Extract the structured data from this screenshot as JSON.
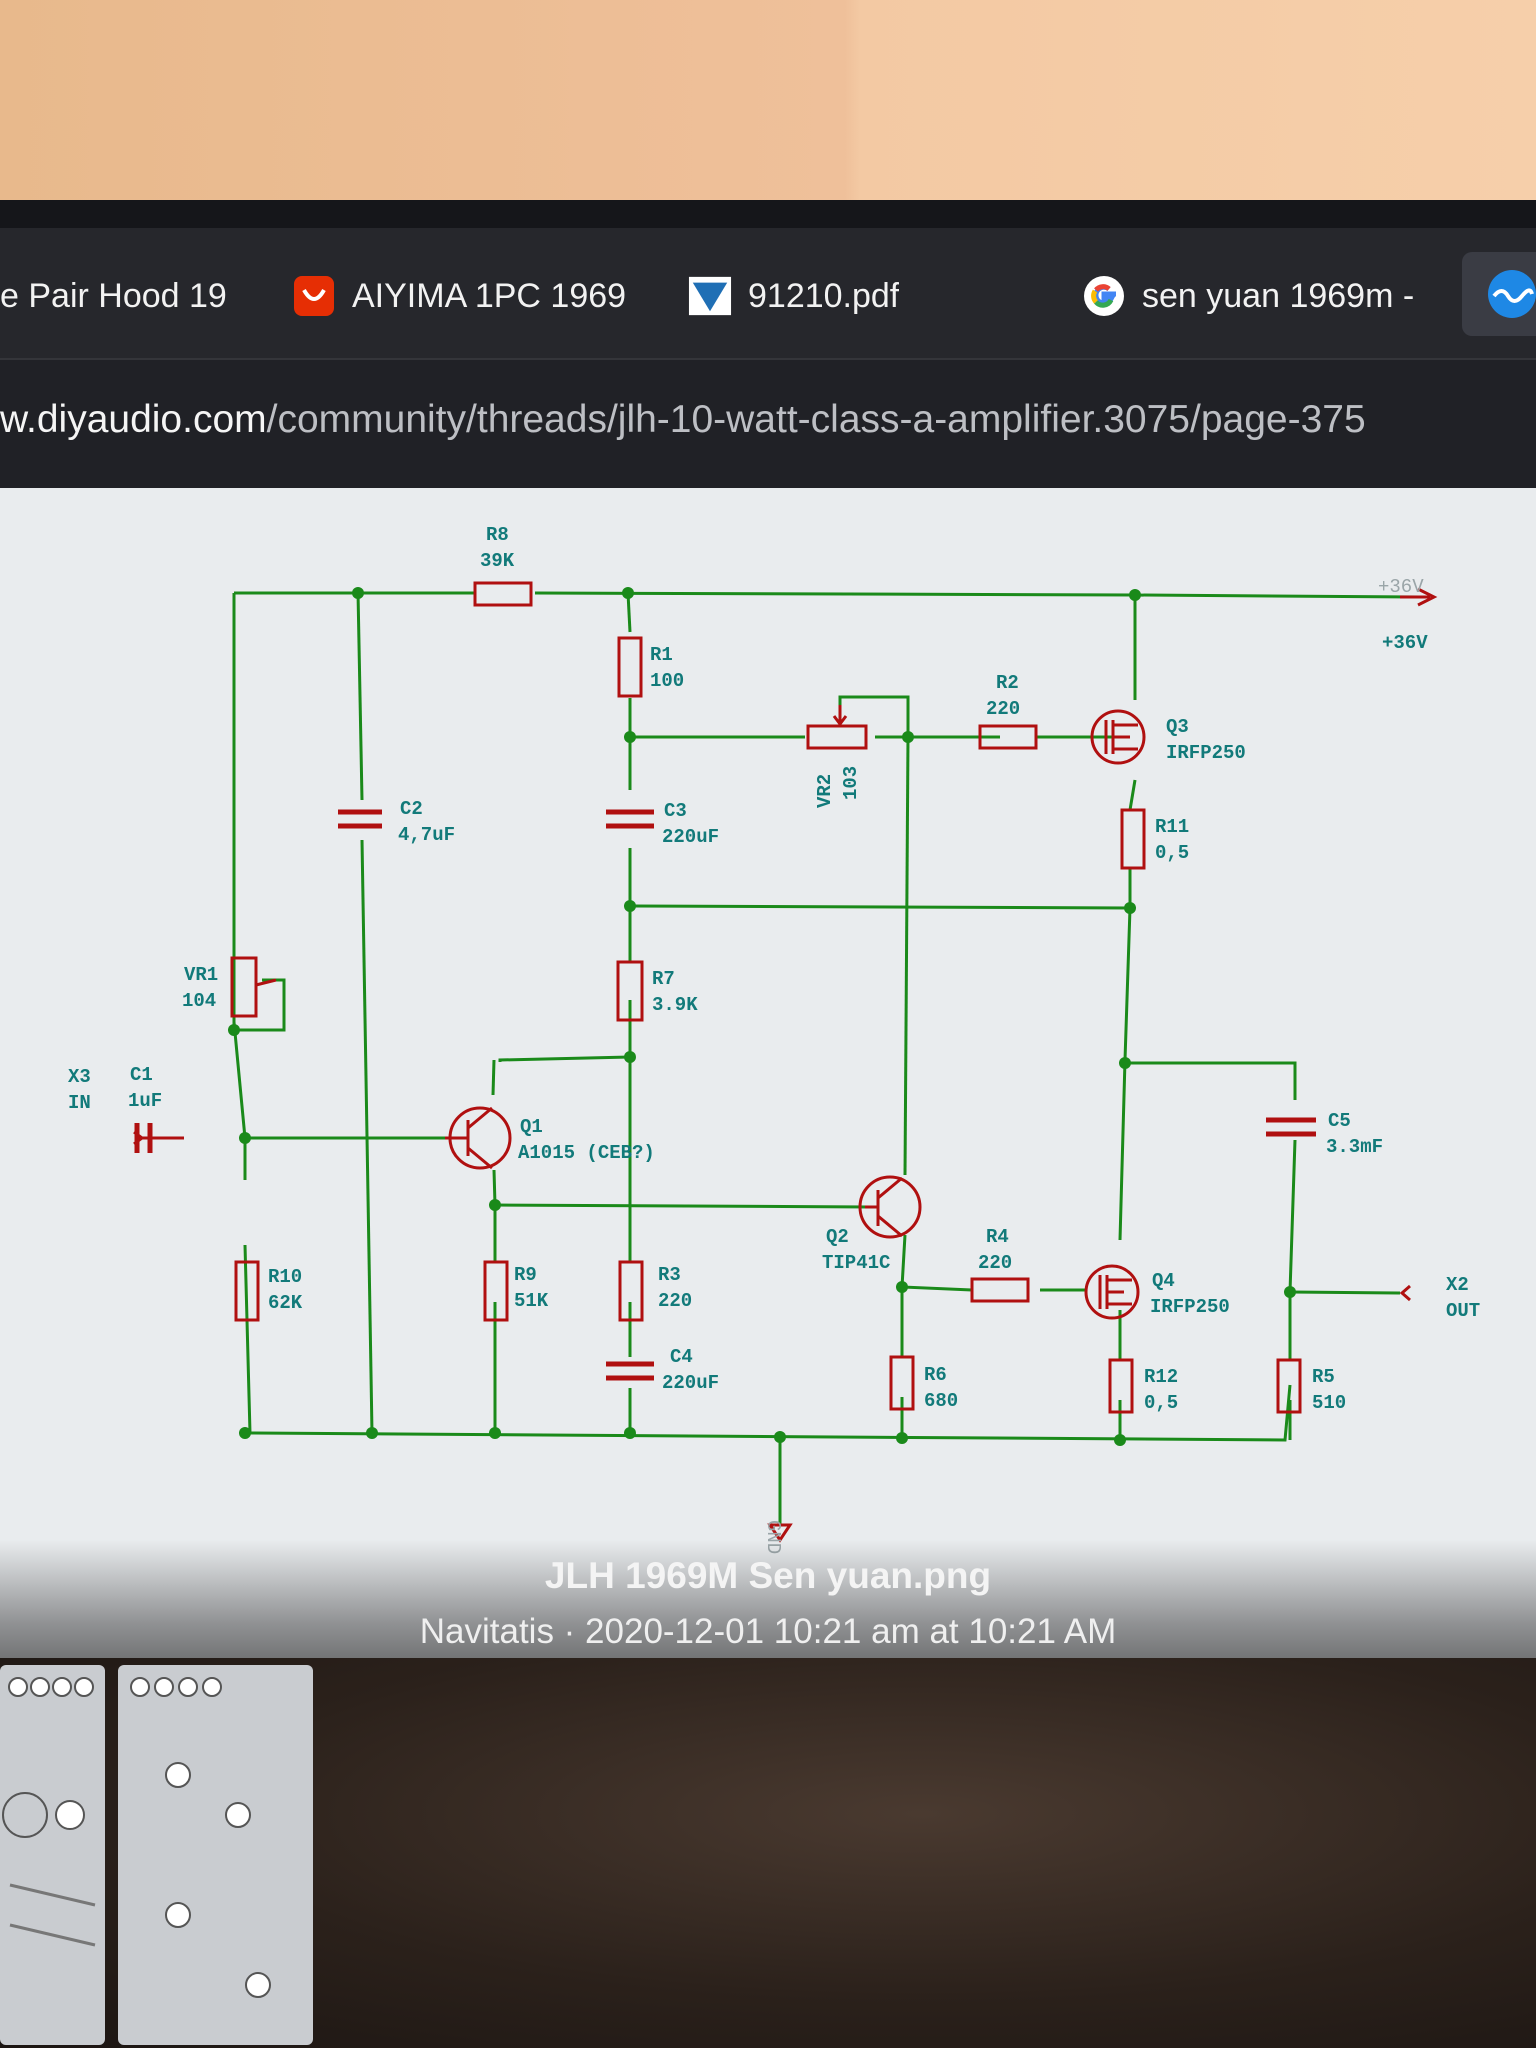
{
  "tabs": [
    {
      "label": "e Pair Hood 19",
      "favicon": "none"
    },
    {
      "label": "AIYIMA 1PC 1969",
      "favicon": "aliexpress-icon",
      "color": "#e62e04"
    },
    {
      "label": "91210.pdf",
      "favicon": "vishay-icon",
      "color": "#1f6fb5"
    },
    {
      "label": "sen yuan 1969m -",
      "favicon": "google-icon"
    }
  ],
  "url": {
    "host": "w.diyaudio.com",
    "path": "/community/threads/jlh-10-watt-class-a-amplifier.3075/page-375"
  },
  "image": {
    "title": "JLH 1969M Sen yuan.png",
    "meta": "Navitatis · 2020-12-01 10:21 am at 10:21 AM"
  },
  "schematic": {
    "wire_color": "#1a8a1a",
    "part_color": "#b01010",
    "text_color": "#127a7a",
    "rail": {
      "net": "+36V",
      "label": "+36V"
    },
    "parts": {
      "R8": {
        "ref": "R8",
        "value": "39K"
      },
      "R1": {
        "ref": "R1",
        "value": "100"
      },
      "R2": {
        "ref": "R2",
        "value": "220"
      },
      "VR2": {
        "ref": "VR2",
        "value": "103"
      },
      "Q3": {
        "ref": "Q3",
        "value": "IRFP250"
      },
      "R11": {
        "ref": "R11",
        "value": "0,5"
      },
      "C2": {
        "ref": "C2",
        "value": "4,7uF"
      },
      "C3": {
        "ref": "C3",
        "value": "220uF"
      },
      "VR1": {
        "ref": "VR1",
        "value": "104"
      },
      "R7": {
        "ref": "R7",
        "value": "3.9K"
      },
      "X3": {
        "ref": "X3",
        "value": "IN"
      },
      "C1": {
        "ref": "C1",
        "value": "1uF"
      },
      "Q1": {
        "ref": "Q1",
        "value": "A1015 (CEB?)"
      },
      "C5": {
        "ref": "C5",
        "value": "3.3mF"
      },
      "Q2": {
        "ref": "Q2",
        "value": "TIP41C"
      },
      "R4": {
        "ref": "R4",
        "value": "220"
      },
      "Q4": {
        "ref": "Q4",
        "value": "IRFP250"
      },
      "X2": {
        "ref": "X2",
        "value": "OUT"
      },
      "R10": {
        "ref": "R10",
        "value": "62K"
      },
      "R9": {
        "ref": "R9",
        "value": "51K"
      },
      "R3": {
        "ref": "R3",
        "value": "220"
      },
      "C4": {
        "ref": "C4",
        "value": "220uF"
      },
      "R6": {
        "ref": "R6",
        "value": "680"
      },
      "R12": {
        "ref": "R12",
        "value": "0,5"
      },
      "R5": {
        "ref": "R5",
        "value": "510"
      }
    },
    "gnd_label": "GND"
  }
}
